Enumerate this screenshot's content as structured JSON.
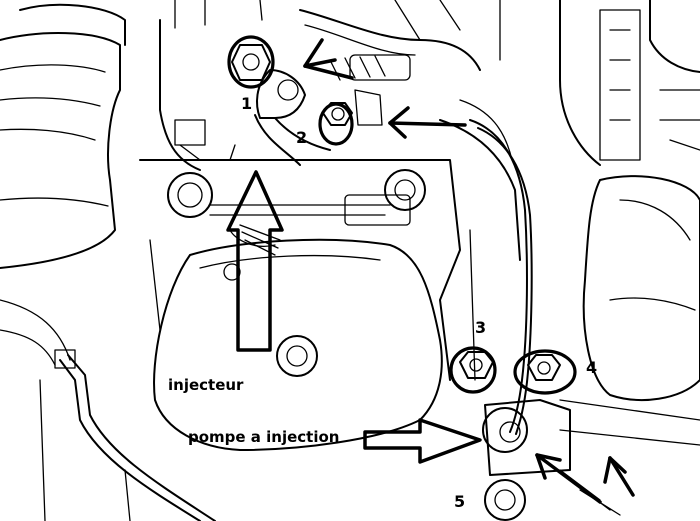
{
  "labels": {
    "n1": "1",
    "n2": "2",
    "n3": "3",
    "n4": "4",
    "n5": "5",
    "injector": "injecteur",
    "pump": "pompe a injection"
  },
  "colors": {
    "ink": "#000000",
    "paper": "#ffffff"
  }
}
